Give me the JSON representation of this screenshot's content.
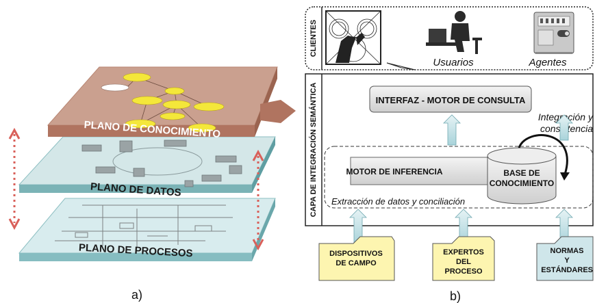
{
  "left_panel": {
    "caption": "a)",
    "layers": {
      "knowledge": "PLANO DE CONOCIMIENTO",
      "data": "PLANO DE DATOS",
      "process": "PLANO DE PROCESOS"
    },
    "colors": {
      "knowledge_plane": "#caa08f",
      "knowledge_edge": "#b07460",
      "data_plane": "#d4e7e8",
      "data_edge": "#7bb3b6",
      "arrows": "#d9605a"
    }
  },
  "right_panel": {
    "caption": "b)",
    "clients_label": "CLIENTES",
    "semantic_label": "CAPA DE INTEGRACIÓN SEMÁNTICA",
    "users_label": "Usuarios",
    "agents_label": "Agentes",
    "interface_box": "INTERFAZ  -  MOTOR DE CONSULTA",
    "integration_note_line1": "Integración y",
    "integration_note_line2": "consistencia",
    "inference_engine": "MOTOR DE INFERENCIA",
    "knowledge_base_line1": "BASE DE",
    "knowledge_base_line2": "CONOCIMIENTO",
    "extraction_note": "Extracción de datos y conciliación",
    "sources": [
      {
        "line1": "DISPOSITIVOS",
        "line2": "DE CAMPO",
        "line3": ""
      },
      {
        "line1": "EXPERTOS",
        "line2": "DEL",
        "line3": "PROCESO"
      },
      {
        "line1": "NORMAS",
        "line2": "Y",
        "line3": "ESTÁNDARES"
      }
    ],
    "colors": {
      "source_fill": "#fdf5b0",
      "arrow_fill": "#cfe6ea",
      "box_fill": "#e2e2e2"
    }
  }
}
